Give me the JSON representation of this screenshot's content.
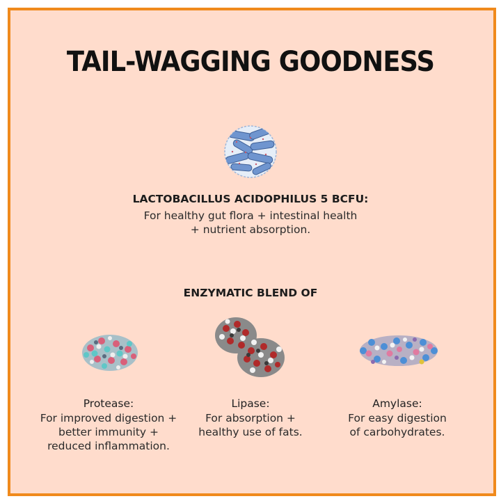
{
  "title": "TAIL-WAGGING GOODNESS",
  "probiotic": {
    "icon": "bacteria-icon",
    "name": "LACTOBACILLUS ACIDOPHILUS 5 BCFU:",
    "desc_line1": "For healthy gut flora + intestinal health",
    "desc_line2": "+ nutrient absorption."
  },
  "enzymes": {
    "heading": "ENZYMATIC BLEND OF",
    "items": [
      {
        "icon": "protein-molecule-icon",
        "name": "Protease:",
        "lines": [
          "For improved digestion +",
          "better immunity +",
          "reduced inflammation."
        ]
      },
      {
        "icon": "protein-molecule-icon",
        "name": "Lipase:",
        "lines": [
          "For absorption +",
          "healthy use of fats."
        ]
      },
      {
        "icon": "protein-molecule-icon",
        "name": "Amylase:",
        "lines": [
          "For easy digestion",
          "of carbohydrates."
        ]
      }
    ]
  },
  "colors": {
    "background": "#ffdccc",
    "border": "#f08a1c",
    "text": "#1c1c1c"
  }
}
